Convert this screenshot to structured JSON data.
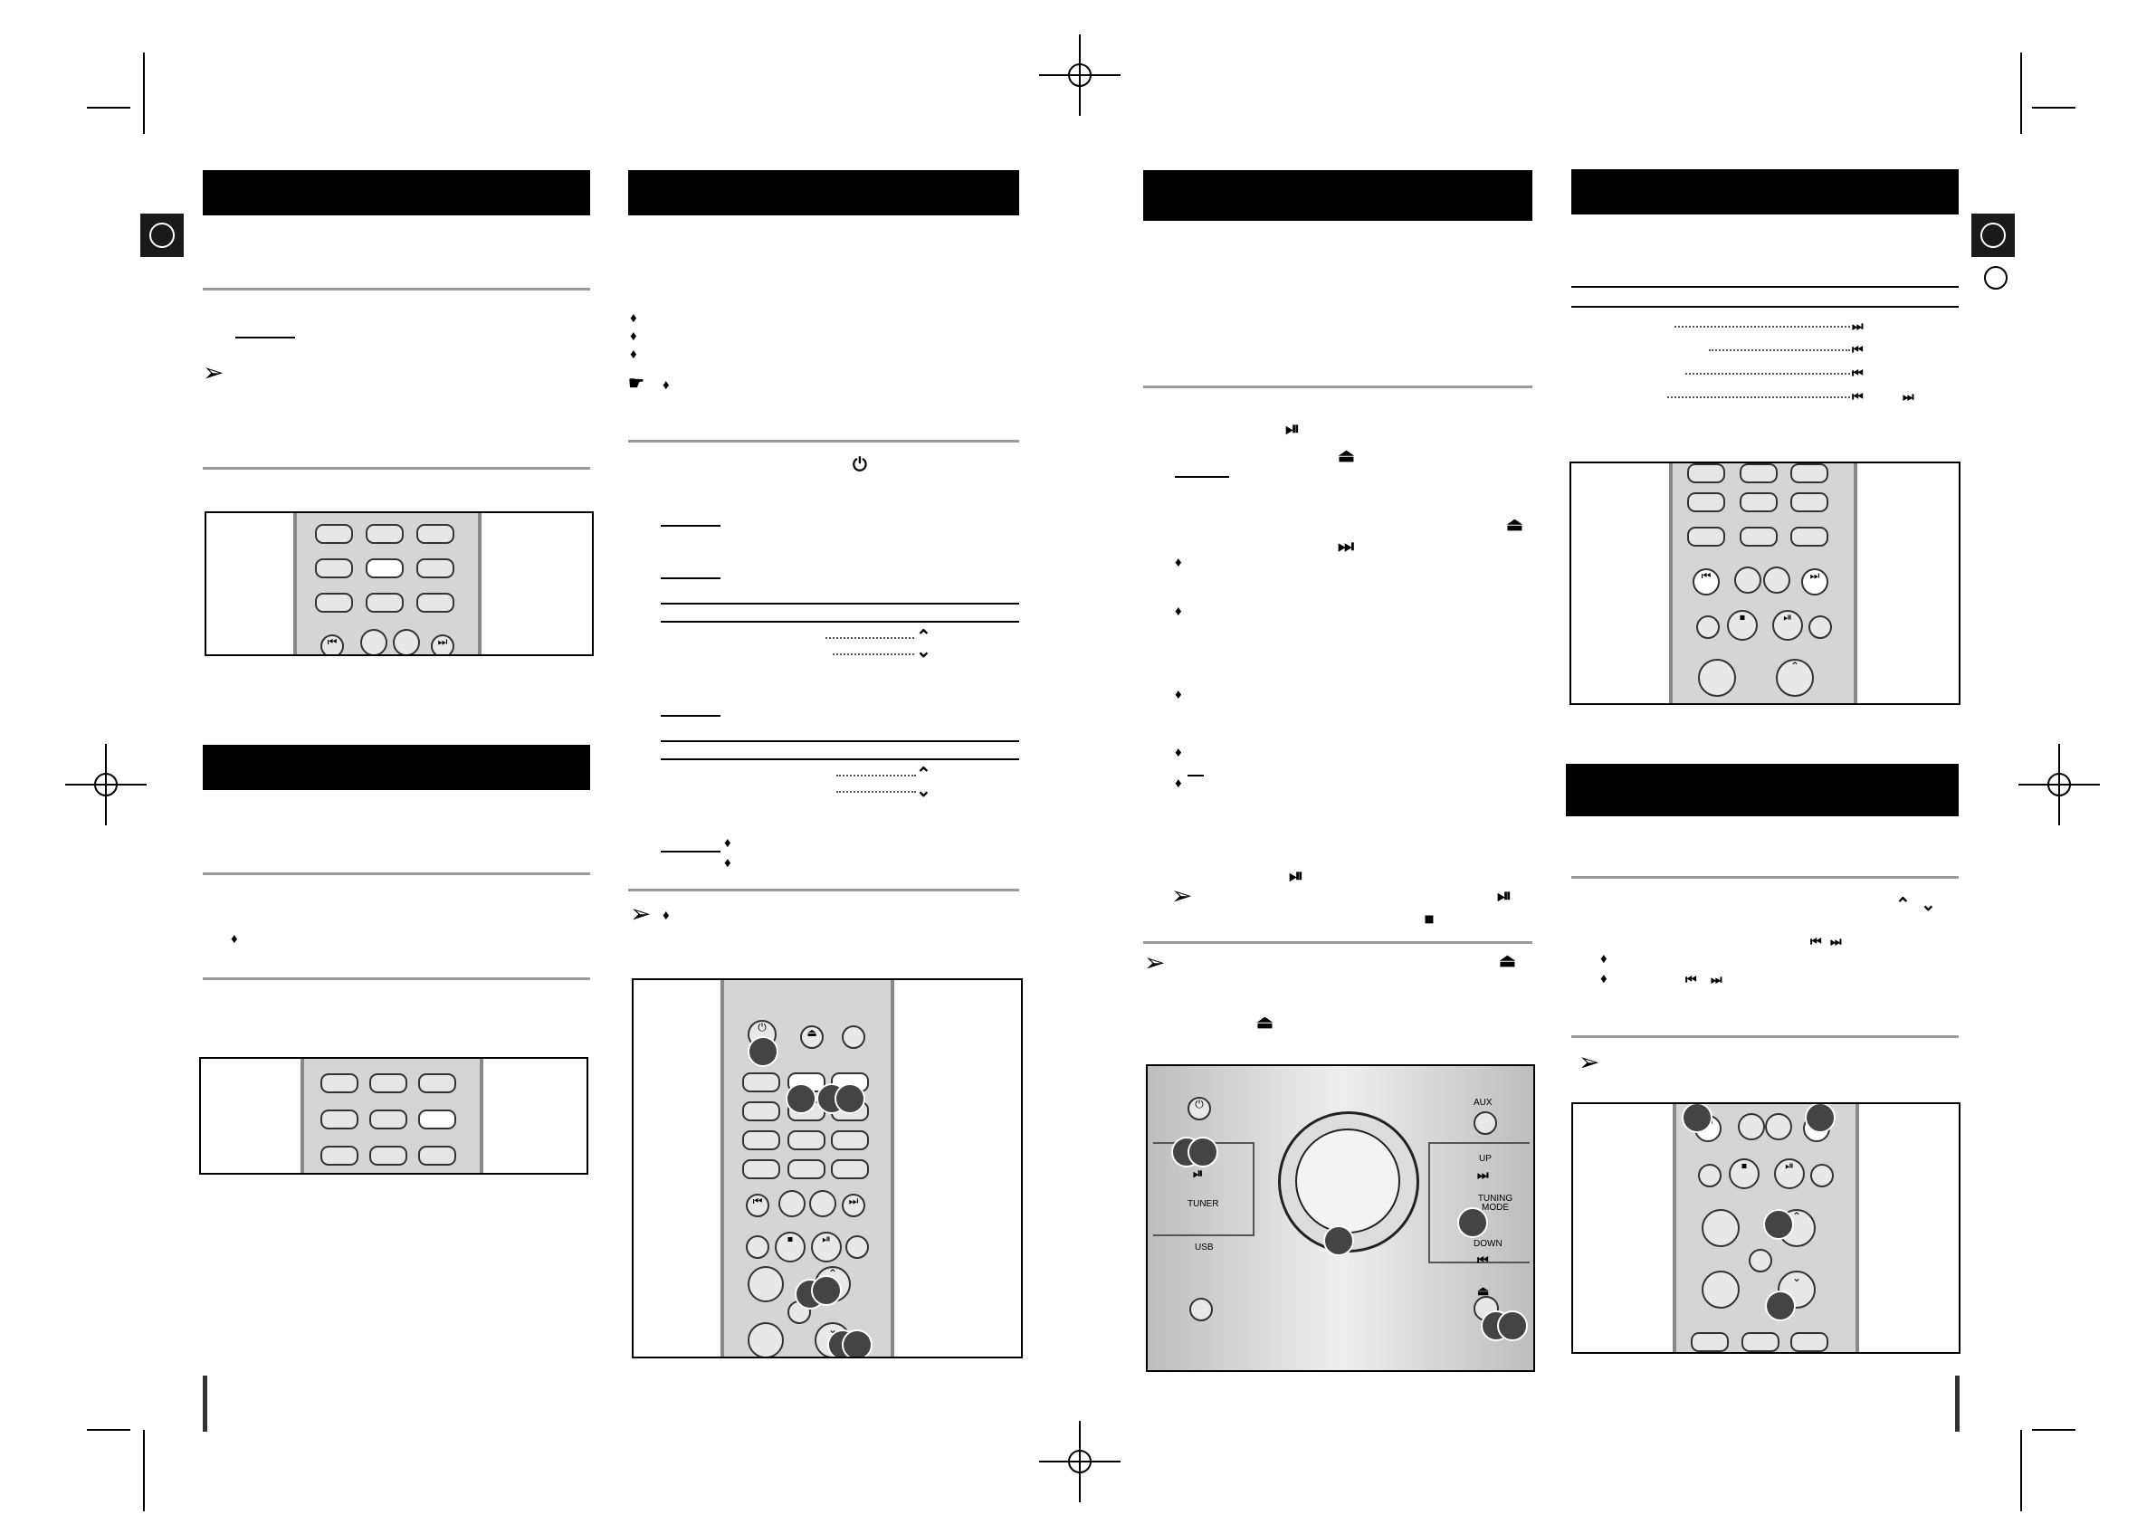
{
  "icons": {
    "play_pause": "⏯",
    "eject": "⏏",
    "power": "⏻",
    "up": "⌃",
    "down": "⌄",
    "skip_next": "⏭",
    "skip_prev": "⏮",
    "stop": "⏹",
    "diamond": "♦",
    "note_arrow": "➢",
    "pointing_hand": "☛"
  },
  "front_panel": {
    "aux_label": "AUX",
    "tuner_label": "TUNER",
    "usb_label": "USB",
    "up_label": "UP",
    "tuning_mode_label": "TUNING MODE",
    "down_label": "DOWN"
  }
}
